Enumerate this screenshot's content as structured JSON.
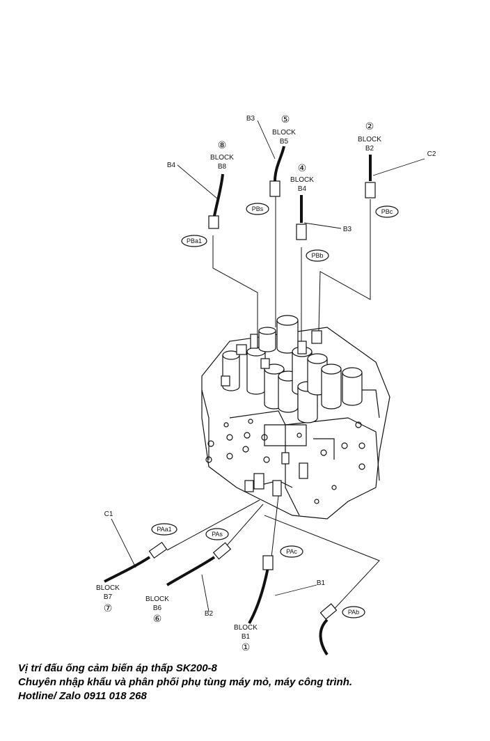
{
  "ports": {
    "b5": {
      "num": "⑤",
      "block": "BLOCK",
      "id": "B5",
      "tag": "PBs",
      "line": "B3"
    },
    "b8": {
      "num": "⑧",
      "block": "BLOCK",
      "id": "B8",
      "tag": "PBa1",
      "line": "B4"
    },
    "b4": {
      "num": "④",
      "block": "BLOCK",
      "id": "B4",
      "tag": "PBb",
      "line": "B3"
    },
    "b2": {
      "num": "②",
      "block": "BLOCK",
      "id": "B2",
      "tag": "PBc",
      "line": "C2"
    },
    "b7": {
      "num": "⑦",
      "block": "BLOCK",
      "id": "B7",
      "tag": "PAa1",
      "line": "C1"
    },
    "b6": {
      "num": "⑥",
      "block": "BLOCK",
      "id": "B6",
      "tag": "PAs",
      "line": "B2"
    },
    "b1": {
      "num": "①",
      "block": "BLOCK",
      "id": "B1",
      "tag": "PAc",
      "line": "B1"
    },
    "pab": {
      "tag": "PAb"
    }
  },
  "caption": {
    "line1": "Vị trí đấu ống cảm biến áp thấp SK200-8",
    "line2": "Chuyên nhập khẩu và phân phối phụ tùng máy mỏ, máy công trình.",
    "line3": "Hotline/ Zalo 0911 018 268"
  }
}
